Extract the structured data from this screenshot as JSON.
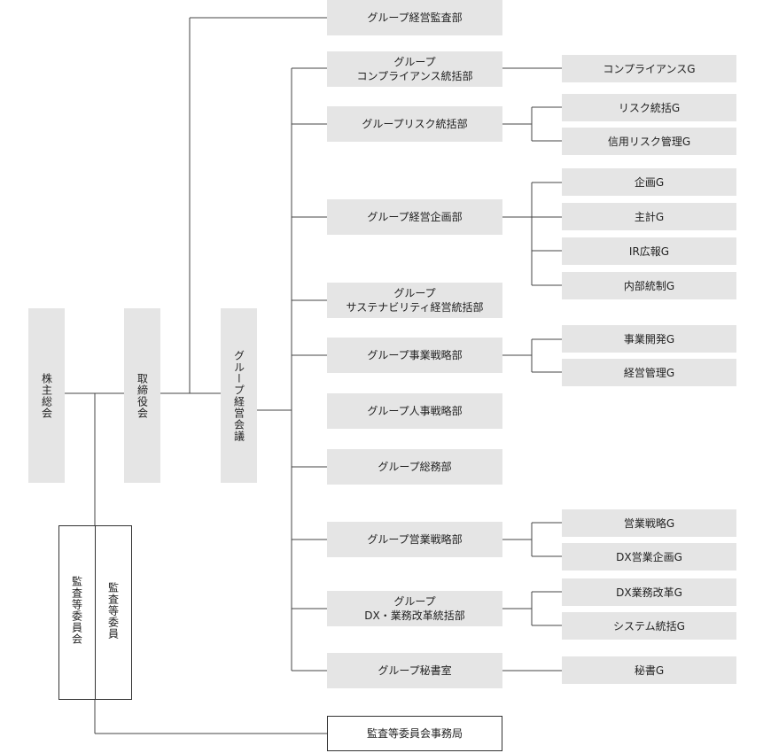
{
  "left_chain": {
    "shareholders": "株主総会",
    "board": "取締役会",
    "group_management_council": "グループ経営会議",
    "audit_committee_member": "監査等委員",
    "audit_committee": "監査等委員会"
  },
  "departments": {
    "audit": "グループ経営監査部",
    "compliance": "グループ\nコンプライアンス統括部",
    "risk": "グループリスク統括部",
    "planning": "グループ経営企画部",
    "sustainability": "グループ\nサステナビリティ経営統括部",
    "business_strategy": "グループ事業戦略部",
    "hr_strategy": "グループ人事戦略部",
    "general_affairs": "グループ総務部",
    "sales_strategy": "グループ営業戦略部",
    "dx": "グループ\nDX・業務改革統括部",
    "secretariat": "グループ秘書室",
    "audit_committee_office": "監査等委員会事務局"
  },
  "groups": {
    "compliance_g": "コンプライアンスG",
    "risk_control_g": "リスク統括G",
    "credit_risk_g": "信用リスク管理G",
    "planning_g": "企画G",
    "accounting_g": "主計G",
    "ir_g": "IR広報G",
    "internal_control_g": "内部統制G",
    "business_dev_g": "事業開発G",
    "management_g": "経営管理G",
    "sales_strategy_g": "営業戦略G",
    "dx_sales_planning_g": "DX営業企画G",
    "dx_reform_g": "DX業務改革G",
    "system_g": "システム統括G",
    "secretary_g": "秘書G"
  }
}
